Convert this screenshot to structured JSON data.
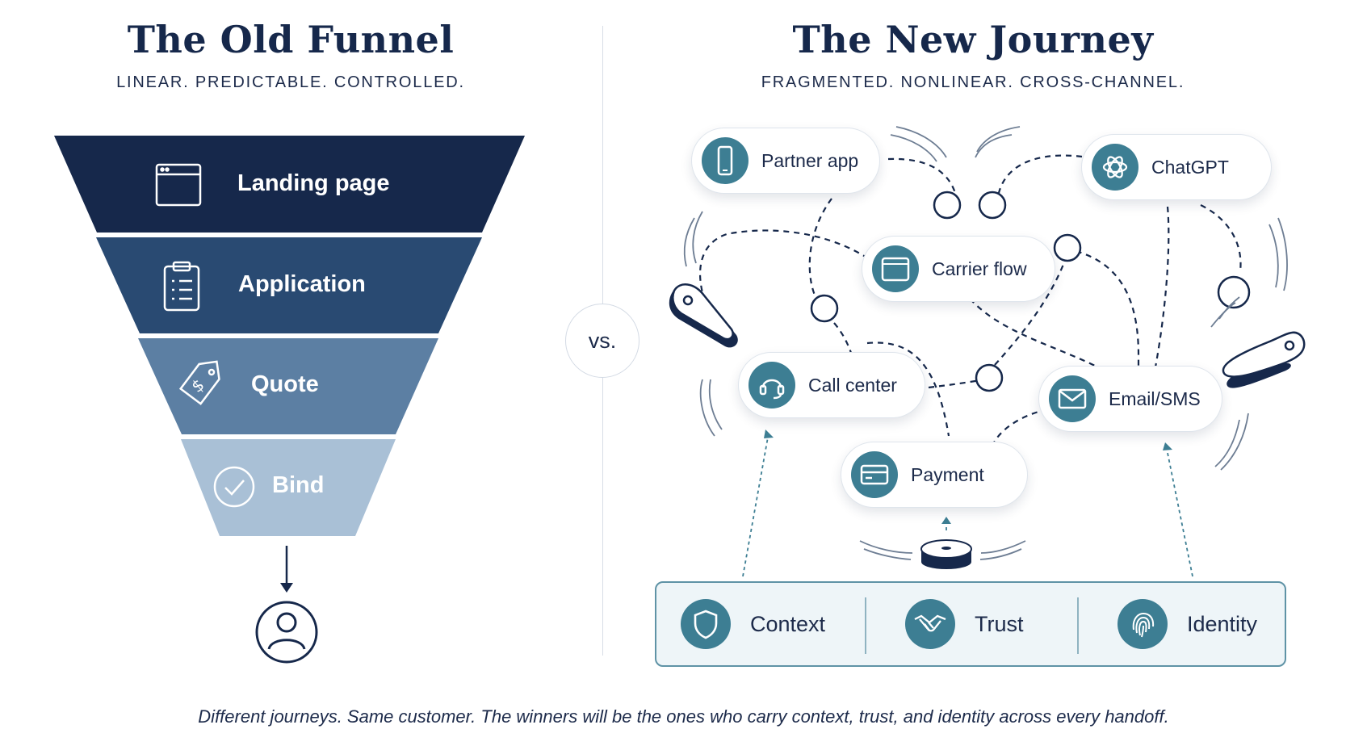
{
  "left": {
    "title": "The Old Funnel",
    "subtitle": "LINEAR. PREDICTABLE. CONTROLLED.",
    "stages": [
      {
        "label": "Landing page",
        "icon": "browser-window-icon",
        "color": "#16284b"
      },
      {
        "label": "Application",
        "icon": "clipboard-icon",
        "color": "#294a72"
      },
      {
        "label": "Quote",
        "icon": "price-tag-icon",
        "color": "#5c7fa3"
      },
      {
        "label": "Bind",
        "icon": "check-circle-icon",
        "color": "#a9c0d6"
      }
    ],
    "end_icon": "user-icon"
  },
  "vs_label": "vs.",
  "right": {
    "title": "The New Journey",
    "subtitle": "FRAGMENTED. NONLINEAR. CROSS-CHANNEL.",
    "nodes": [
      {
        "label": "Partner app",
        "icon": "smartphone-icon"
      },
      {
        "label": "ChatGPT",
        "icon": "chatgpt-logo-icon"
      },
      {
        "label": "Carrier flow",
        "icon": "browser-window-icon"
      },
      {
        "label": "Call center",
        "icon": "headset-icon"
      },
      {
        "label": "Email/SMS",
        "icon": "envelope-icon"
      },
      {
        "label": "Payment",
        "icon": "credit-card-icon"
      }
    ],
    "foundation": [
      {
        "label": "Context",
        "icon": "shield-icon"
      },
      {
        "label": "Trust",
        "icon": "handshake-icon"
      },
      {
        "label": "Identity",
        "icon": "fingerprint-icon"
      }
    ]
  },
  "caption": "Different journeys.  Same customer. The winners will be the ones who carry context, trust, and identity across every handoff.",
  "colors": {
    "navy": "#16284b",
    "teal": "#3d7e93",
    "foundation_border": "#5f93a6",
    "foundation_fill": "#eef5f8"
  }
}
